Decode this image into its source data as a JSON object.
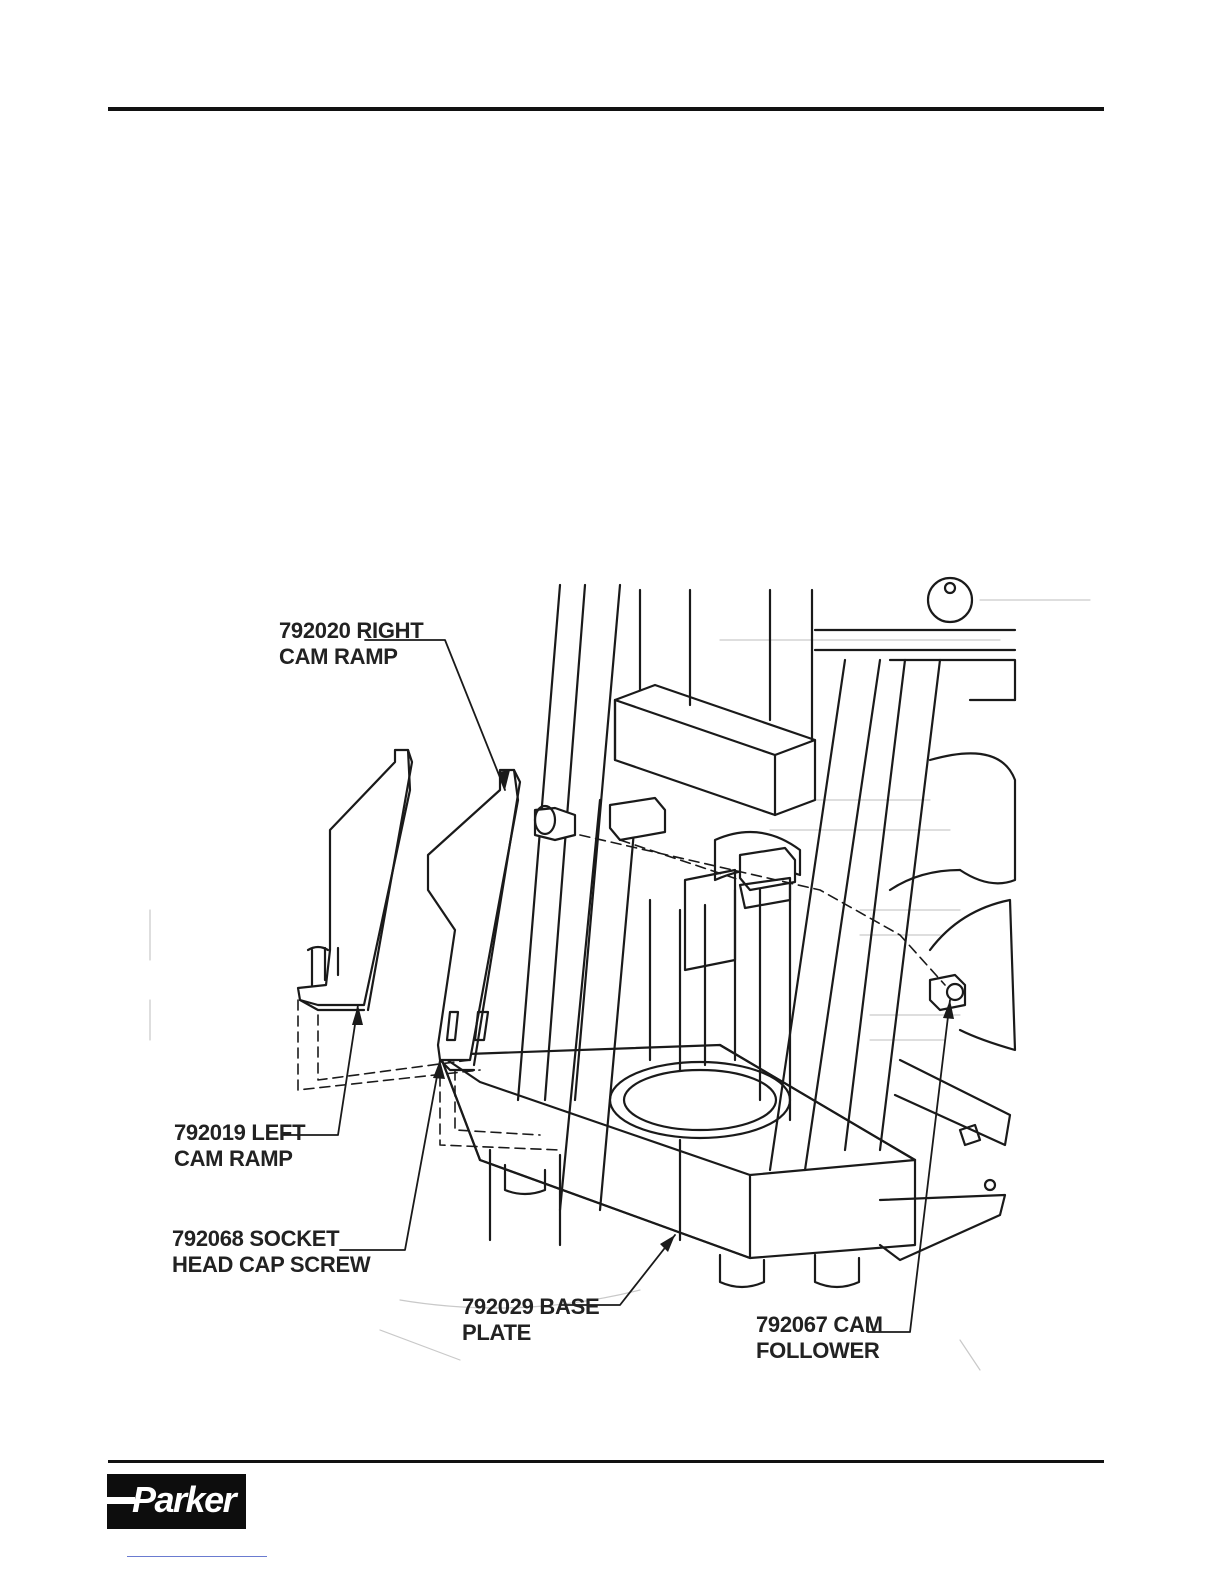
{
  "callouts": {
    "right_cam_ramp": {
      "line1": "792020 RIGHT",
      "line2": "CAM RAMP"
    },
    "left_cam_ramp": {
      "line1": "792019 LEFT",
      "line2": "CAM RAMP"
    },
    "socket_head_cap_screw": {
      "line1": "792068 SOCKET",
      "line2": "HEAD CAP SCREW"
    },
    "base_plate": {
      "line1": "792029 BASE",
      "line2": "PLATE"
    },
    "cam_follower": {
      "line1": "792067 CAM",
      "line2": "FOLLOWER"
    }
  },
  "logo": {
    "text": "Parker",
    "colors": {
      "background": "#0d0d0d",
      "text": "#ffffff"
    }
  }
}
